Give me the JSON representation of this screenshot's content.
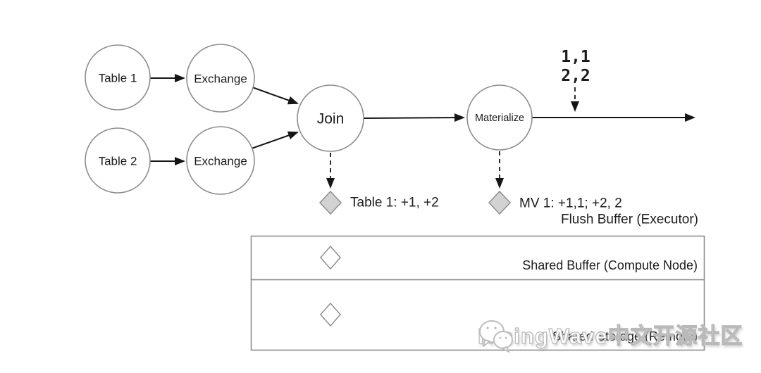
{
  "diagram": {
    "nodes": {
      "table1": "Table 1",
      "exchange_top": "Exchange",
      "table2": "Table 2",
      "exchange_bottom": "Exchange",
      "join": "Join",
      "materialize": "Materialize"
    },
    "stream_chunk": {
      "line1": "1,1",
      "line2": "2,2"
    },
    "flush_annotations": {
      "join_state": "Table 1: +1, +2",
      "mv_state": "MV 1: +1,1; +2, 2",
      "flush_buffer": "Flush Buffer (Executor)"
    },
    "storage_layers": {
      "shared_buffer": "Shared Buffer (Compute Node)",
      "shared_storage": "Shared Storage (Remote)"
    },
    "watermark": "RisingWave中文开源社区",
    "colors": {
      "node_stroke": "#8d8d8d",
      "edge": "#151515",
      "diamond_fill": "#d2d2d2",
      "diamond_stroke": "#8f8f8f",
      "box_stroke": "#8d8d8d",
      "watermark": "#b9b9b9"
    }
  }
}
